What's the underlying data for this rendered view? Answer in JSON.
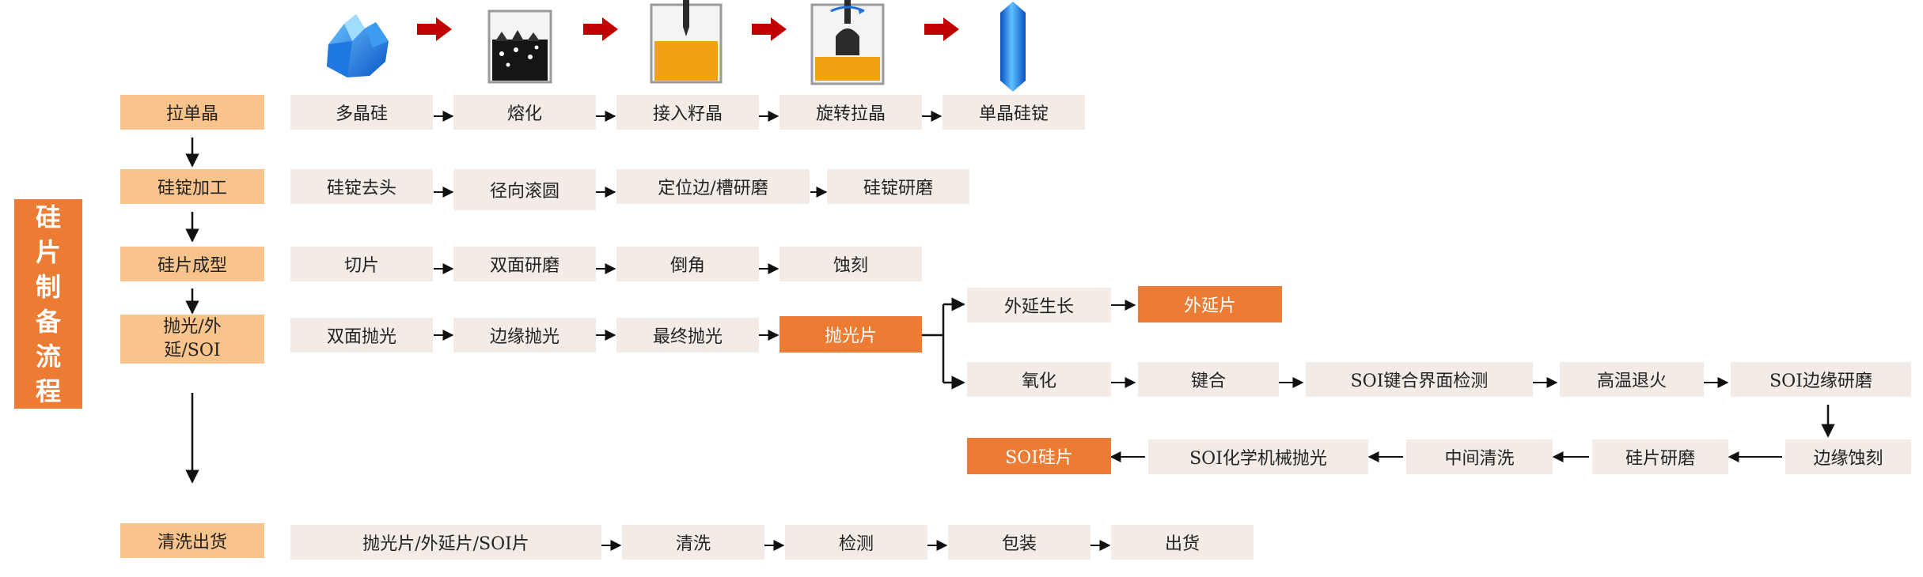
{
  "sidebar_title": [
    "硅",
    "片",
    "制",
    "备",
    "流",
    "程"
  ],
  "stages": [
    {
      "label": "拉单晶"
    },
    {
      "label": "硅锭加工"
    },
    {
      "label": "硅片成型"
    },
    {
      "label": "抛光/外延/SOI"
    },
    {
      "label": "清洗出货"
    }
  ],
  "rows": {
    "pull": [
      "多晶硅",
      "熔化",
      "接入籽晶",
      "旋转拉晶",
      "单晶硅锭"
    ],
    "ingot": [
      "硅锭去头",
      "径向滚圆",
      "定位边/槽研磨",
      "硅锭研磨"
    ],
    "wafer": [
      "切片",
      "双面研磨",
      "倒角",
      "蚀刻"
    ],
    "polish": [
      "双面抛光",
      "边缘抛光",
      "最终抛光",
      "抛光片"
    ],
    "epi": [
      "外延生长",
      "外延片"
    ],
    "soi_a": [
      "氧化",
      "键合",
      "SOI键合界面检测",
      "高温退火",
      "SOI边缘研磨"
    ],
    "soi_b": [
      "SOI硅片",
      "SOI化学机械抛光",
      "中间清洗",
      "硅片研磨",
      "边缘蚀刻"
    ],
    "ship": [
      "抛光片/外延片/SOI片",
      "清洗",
      "检测",
      "包装",
      "出货"
    ]
  },
  "colors": {
    "highlight": "#ec7b33",
    "stage": "#f9c48c",
    "step": "#f2ebe6",
    "arrow_red": "#c00000"
  },
  "icons": [
    "polysilicon-crystal-icon",
    "melting-crucible-icon",
    "seed-insert-crucible-icon",
    "rotating-pull-crucible-icon",
    "single-crystal-ingot-icon"
  ]
}
